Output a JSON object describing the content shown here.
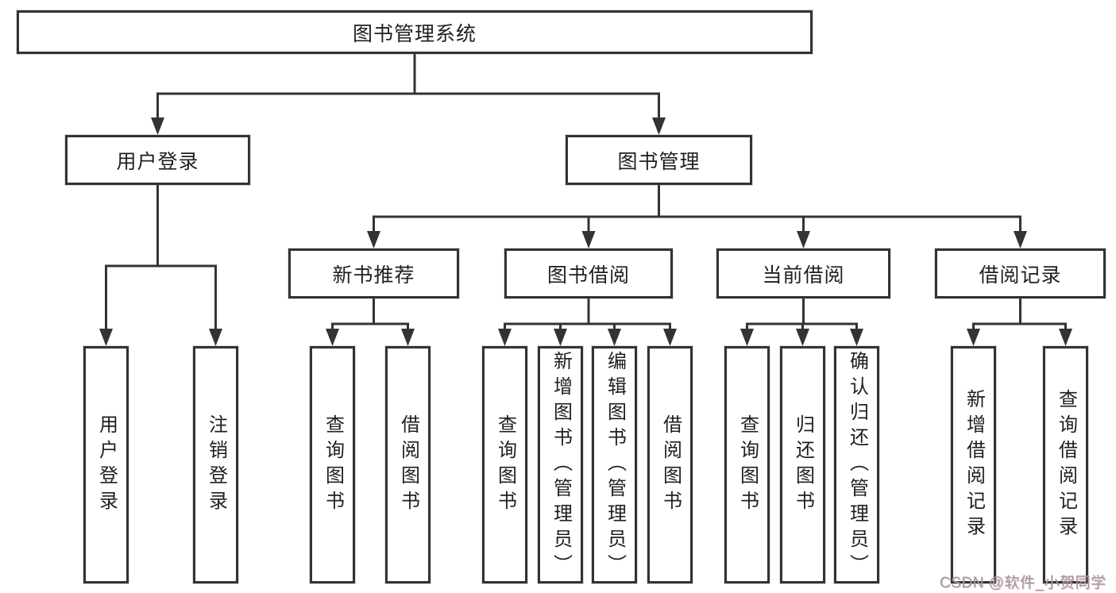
{
  "title": {
    "label": "图书管理系统"
  },
  "nodes": {
    "user_login": {
      "label": "用户登录"
    },
    "book_management": {
      "label": "图书管理"
    },
    "new_book_recommend": {
      "label": "新书推荐"
    },
    "book_borrow": {
      "label": "图书借阅"
    },
    "current_borrow": {
      "label": "当前借阅"
    },
    "borrow_records": {
      "label": "借阅记录"
    }
  },
  "leaves": {
    "user_login": [
      "用户登录",
      "注销登录"
    ],
    "new_book_recommend": [
      "查询图书",
      "借阅图书"
    ],
    "book_borrow": [
      "查询图书",
      "新增图书（管理员）",
      "编辑图书（管理员）",
      "借阅图书"
    ],
    "current_borrow": [
      "查询图书",
      "归还图书",
      "确认归还（管理员）"
    ],
    "borrow_records": [
      "新增借阅记录",
      "查询借阅记录"
    ]
  },
  "watermark": {
    "text": "CSDN @软件_小贺同学"
  },
  "colors": {
    "line": "#333333",
    "border": "#333333",
    "background": "#ffffff",
    "text": "#1f1f1f",
    "watermark": "#9b9ba0"
  }
}
